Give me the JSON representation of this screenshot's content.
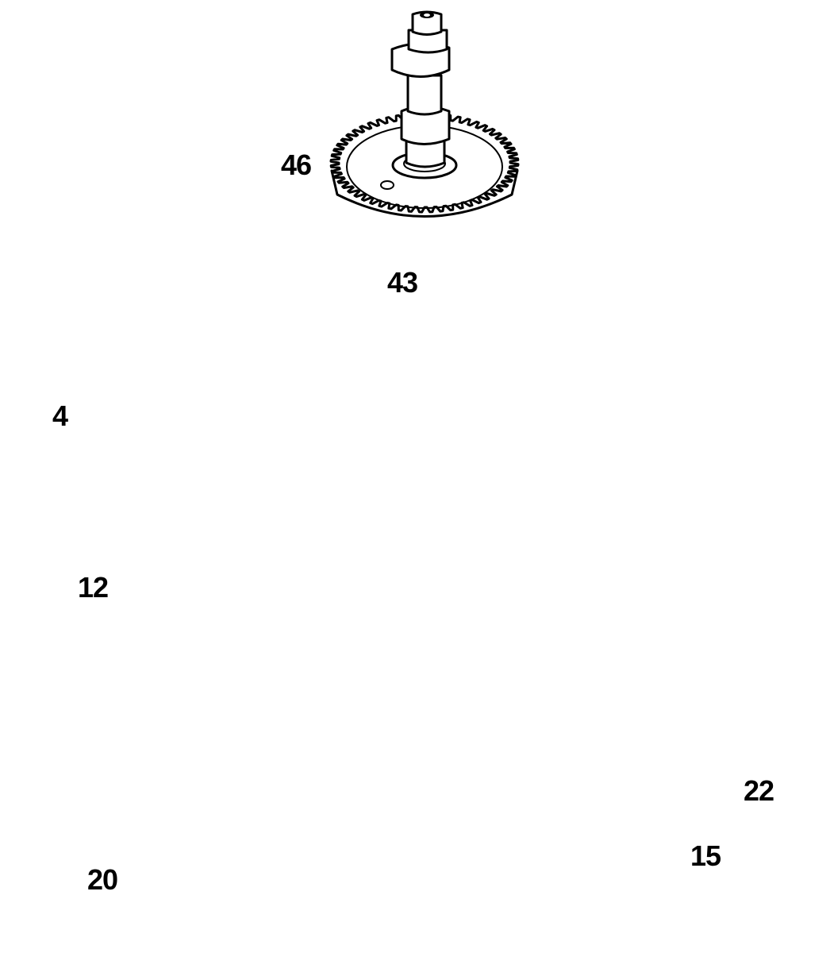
{
  "callouts": {
    "cam_gear": "46",
    "governor": "43",
    "assembly": "4",
    "gasket": "12",
    "oil_seal": "20",
    "screw": "22",
    "plug": "15"
  }
}
